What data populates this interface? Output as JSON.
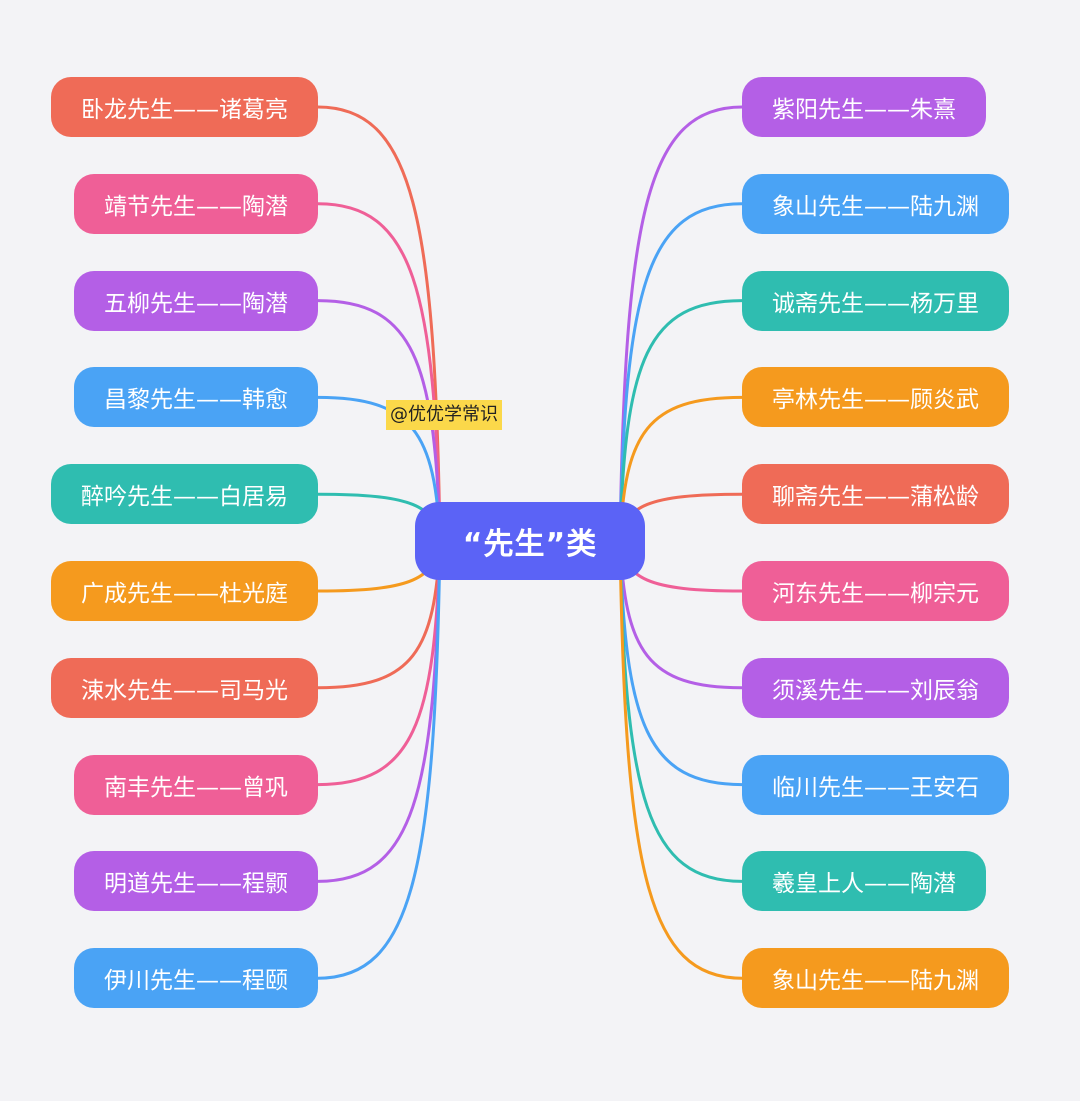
{
  "watermark": "@优优学常识",
  "center": {
    "label": "“先生”类",
    "color": "#5b63f6"
  },
  "left_nodes": [
    {
      "label": "卧龙先生——诸葛亮",
      "color": "#ef6b57"
    },
    {
      "label": "靖节先生——陶潜",
      "color": "#ef5f97"
    },
    {
      "label": "五柳先生——陶潜",
      "color": "#b45fe6"
    },
    {
      "label": "昌黎先生——韩愈",
      "color": "#4aa3f5"
    },
    {
      "label": "醉吟先生——白居易",
      "color": "#2fbdb0"
    },
    {
      "label": "广成先生——杜光庭",
      "color": "#f59a1e"
    },
    {
      "label": "涑水先生——司马光",
      "color": "#ef6b57"
    },
    {
      "label": "南丰先生——曾巩",
      "color": "#ef5f97"
    },
    {
      "label": "明道先生——程颢",
      "color": "#b45fe6"
    },
    {
      "label": "伊川先生——程颐",
      "color": "#4aa3f5"
    }
  ],
  "right_nodes": [
    {
      "label": "紫阳先生——朱熹",
      "color": "#b45fe6"
    },
    {
      "label": "象山先生——陆九渊",
      "color": "#4aa3f5"
    },
    {
      "label": "诚斋先生——杨万里",
      "color": "#2fbdb0"
    },
    {
      "label": "亭林先生——顾炎武",
      "color": "#f59a1e"
    },
    {
      "label": "聊斋先生——蒲松龄",
      "color": "#ef6b57"
    },
    {
      "label": "河东先生——柳宗元",
      "color": "#ef5f97"
    },
    {
      "label": "须溪先生——刘辰翁",
      "color": "#b45fe6"
    },
    {
      "label": "临川先生——王安石",
      "color": "#4aa3f5"
    },
    {
      "label": "羲皇上人——陶潜",
      "color": "#2fbdb0"
    },
    {
      "label": "象山先生——陆九渊",
      "color": "#f59a1e"
    }
  ]
}
